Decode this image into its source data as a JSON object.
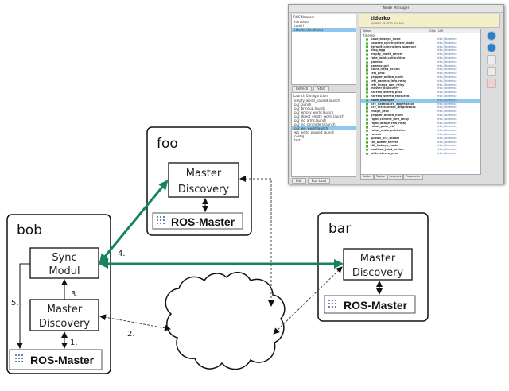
{
  "hosts": {
    "bob": {
      "label": "bob",
      "sync": [
        "Sync",
        "Modul"
      ],
      "discovery": [
        "Master",
        "Discovery"
      ],
      "master": "ROS-Master"
    },
    "foo": {
      "label": "foo",
      "discovery": [
        "Master",
        "Discovery"
      ],
      "master": "ROS-Master"
    },
    "bar": {
      "label": "bar",
      "discovery": [
        "Master",
        "Discovery"
      ],
      "master": "ROS-Master"
    }
  },
  "steps": {
    "s1": "1.",
    "s2": "2.",
    "s3": "3.",
    "s4": "4.",
    "s5": "5."
  },
  "colors": {
    "sync_arrow": "#14855a",
    "master_grid": "#3a5a9a"
  },
  "node_manager": {
    "title": "Node Manager",
    "ros_network_label": "ROS Network",
    "hosts": [
      "haruserol",
      "tuderi",
      "tiderko (localhost)"
    ],
    "refresh": "Refresh",
    "start": "Start",
    "launch_label": "Launch Configuration",
    "launch_files": [
      "empty_world_paused.launch",
      "pr2.launch",
      "pr2_bringup.launch",
      "pr2_empty_world.launch",
      "pr2_direct_empty_world.launch",
      "pr2_no_arms.launch",
      "pr2_no_controllers.launch",
      "pr2_wg_world.launch",
      "wg_world_paused.launch",
      "config",
      "test"
    ],
    "edit": "Edit",
    "run_load": "Run Load",
    "host_name": "tiderko",
    "host_updated": "updated: 16:28:05 (0.1 sec)",
    "columns": [
      "Name",
      "Cfgs",
      "URI"
    ],
    "root": "tiderko",
    "nodes": [
      "base_bdsayo_node",
      "camera_synchronizer_node",
      "default_controllers_spawner",
      "diag_agg",
      "empty_world_server",
      "fake_joint_calibration",
      "gazebo",
      "gazebo_gui",
      "point_head_action",
      "traj_proc",
      "gripper_action_node",
      "left_camera_info_relay",
      "left_image_raw_relay",
      "master_discovery",
      "narrow_stereo_proc",
      "narrow_stereo_textured",
      "node_manager",
      "pr2_dashboard_aggregator",
      "pr2_mechanism_diagnostics",
      "image_proc",
      "gripper_action_node",
      "right_camera_info_relay",
      "right_image_raw_relay",
      "robot_pose_ekf",
      "robot_state_publisher",
      "rosout",
      "spawn_pr2_model",
      "tilt_buffer_server",
      "tilt_hokuyo_node",
      "position_joint_action",
      "wide_stereo_proc"
    ],
    "uri_text": "http://tiderko:",
    "tabs": [
      "Nodes",
      "Topics",
      "Services",
      "Parameter"
    ]
  }
}
